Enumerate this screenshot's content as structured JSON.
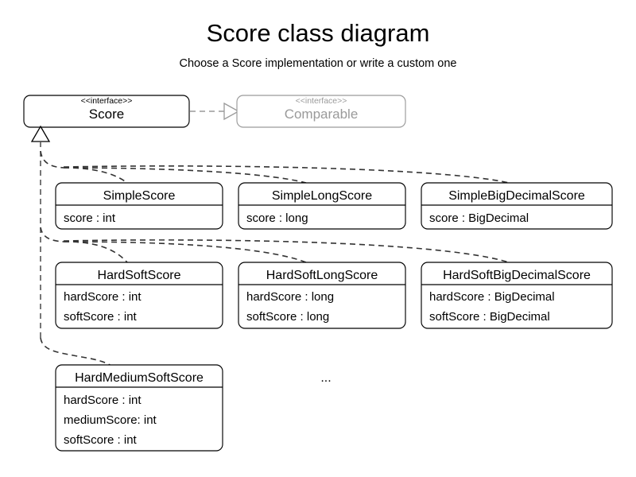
{
  "header": {
    "title": "Score class diagram",
    "subtitle": "Choose a Score implementation or write a custom one"
  },
  "interfaces": {
    "score": {
      "stereotype": "<<interface>>",
      "name": "Score"
    },
    "comparable": {
      "stereotype": "<<interface>>",
      "name": "Comparable"
    }
  },
  "classes": {
    "simple_score": {
      "name": "SimpleScore",
      "attributes": [
        "score : int"
      ]
    },
    "simple_long_score": {
      "name": "SimpleLongScore",
      "attributes": [
        "score : long"
      ]
    },
    "simple_big_decimal_score": {
      "name": "SimpleBigDecimalScore",
      "attributes": [
        "score : BigDecimal"
      ]
    },
    "hard_soft_score": {
      "name": "HardSoftScore",
      "attributes": [
        "hardScore : int",
        "softScore : int"
      ]
    },
    "hard_soft_long_score": {
      "name": "HardSoftLongScore",
      "attributes": [
        "hardScore : long",
        "softScore : long"
      ]
    },
    "hard_soft_big_decimal_score": {
      "name": "HardSoftBigDecimalScore",
      "attributes": [
        "hardScore : BigDecimal",
        "softScore : BigDecimal"
      ]
    },
    "hard_medium_soft_score": {
      "name": "HardMediumSoftScore",
      "attributes": [
        "hardScore : int",
        "mediumScore: int",
        "softScore : int"
      ]
    }
  },
  "misc": {
    "ellipsis": "...",
    "line_color": "#333333",
    "muted_color": "#9a9a9a",
    "box_fill": "#ffffff"
  }
}
